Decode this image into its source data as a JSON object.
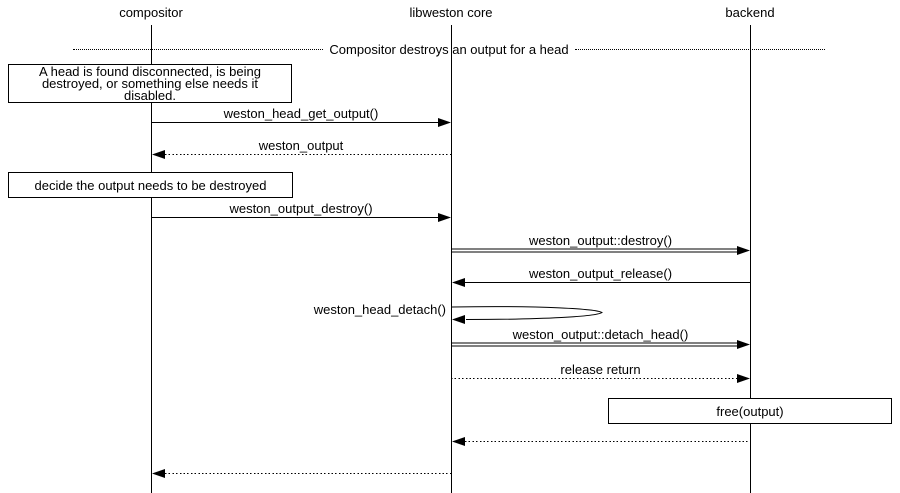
{
  "diagram": {
    "title_divider": "Compositor destroys an output for a head",
    "participants": [
      {
        "id": "compositor",
        "label": "compositor"
      },
      {
        "id": "libweston-core",
        "label": "libweston core"
      },
      {
        "id": "backend",
        "label": "backend"
      }
    ],
    "notes": [
      {
        "text": "A head is found disconnected, is being destroyed, or something else needs it disabled."
      },
      {
        "text": "decide the output needs to be destroyed"
      },
      {
        "text": "free(output)"
      }
    ],
    "messages": [
      {
        "from": "compositor",
        "to": "libweston-core",
        "style": "solid",
        "label": "weston_head_get_output()"
      },
      {
        "from": "libweston-core",
        "to": "compositor",
        "style": "dotted",
        "label": "weston_output"
      },
      {
        "from": "compositor",
        "to": "libweston-core",
        "style": "solid",
        "label": "weston_output_destroy()"
      },
      {
        "from": "libweston-core",
        "to": "backend",
        "style": "double",
        "label": "weston_output::destroy()"
      },
      {
        "from": "backend",
        "to": "libweston-core",
        "style": "solid",
        "label": "weston_output_release()"
      },
      {
        "from": "libweston-core",
        "to": "libweston-core",
        "style": "self",
        "label": "weston_head_detach()"
      },
      {
        "from": "libweston-core",
        "to": "backend",
        "style": "double",
        "label": "weston_output::detach_head()"
      },
      {
        "from": "libweston-core",
        "to": "backend",
        "style": "dotted",
        "label": "release return"
      },
      {
        "from": "backend",
        "to": "libweston-core",
        "style": "dotted",
        "label": ""
      },
      {
        "from": "libweston-core",
        "to": "compositor",
        "style": "dotted",
        "label": ""
      }
    ],
    "colors": {
      "ink": "#000000",
      "paper": "#ffffff"
    }
  }
}
